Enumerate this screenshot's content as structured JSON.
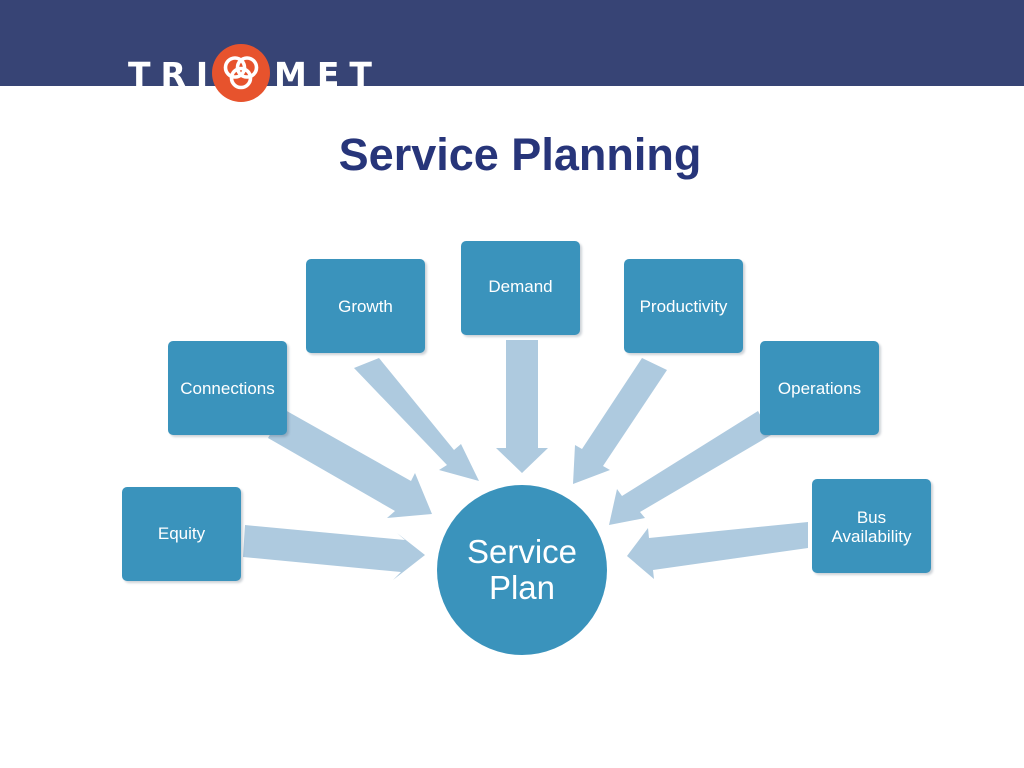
{
  "header": {
    "logo": {
      "left_text": "TRI",
      "right_text": "MET",
      "mark_icon": "trimet-swirl-icon",
      "mark_color": "#e7532d"
    },
    "band_color": "#374475"
  },
  "title": "Service Planning",
  "diagram": {
    "center": {
      "label": "Service\nPlan"
    },
    "inputs": [
      {
        "label": "Equity"
      },
      {
        "label": "Connections"
      },
      {
        "label": "Growth"
      },
      {
        "label": "Demand"
      },
      {
        "label": "Productivity"
      },
      {
        "label": "Operations"
      },
      {
        "label": "Bus\nAvailability"
      }
    ],
    "arrow_color": "#aecadf",
    "node_color": "#3a93bc",
    "title_color": "#27357a"
  }
}
